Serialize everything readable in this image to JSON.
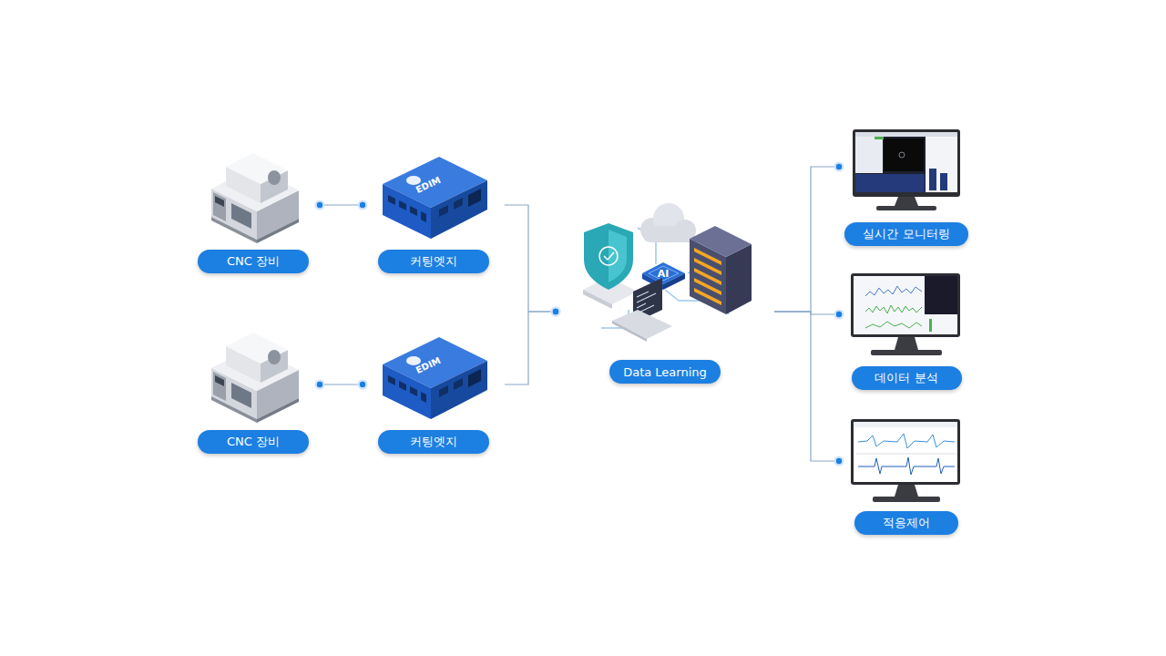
{
  "diagram": {
    "nodes": [
      {
        "text": [
          "CNC 장비"
        ]
      },
      {
        "text": [
          "커팅엣지"
        ]
      },
      {
        "text": [
          "CNC 장비"
        ]
      },
      {
        "text": [
          "커팅엣지"
        ]
      },
      {
        "text": [
          "Data Learning"
        ]
      },
      {
        "text": [
          "실시간 모니터링"
        ]
      },
      {
        "text": [
          "데이터 분석"
        ]
      },
      {
        "text": [
          "적응제어"
        ]
      }
    ],
    "edges": [
      {
        "from": 0,
        "to": 1,
        "arrow": "none"
      },
      {
        "from": 2,
        "to": 3,
        "arrow": "none"
      },
      {
        "from": 1,
        "to": 4,
        "arrow": "none"
      },
      {
        "from": 3,
        "to": 4,
        "arrow": "none"
      },
      {
        "from": 4,
        "to": 5,
        "arrow": "none"
      },
      {
        "from": 4,
        "to": 6,
        "arrow": "none"
      },
      {
        "from": 4,
        "to": 7,
        "arrow": "none"
      }
    ],
    "labels": [
      "EDIM",
      "EDIM",
      "AI"
    ]
  }
}
